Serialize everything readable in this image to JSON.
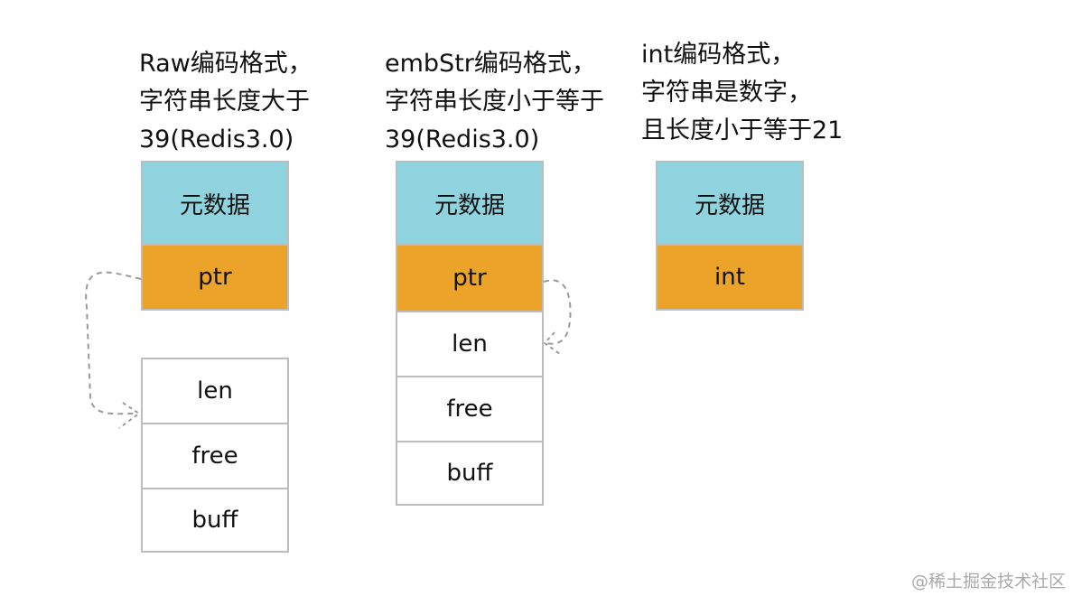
{
  "raw": {
    "caption": [
      "Raw编码格式，",
      "字符串长度大于",
      "39(Redis3.0)"
    ],
    "meta_label": "元数据",
    "ptr_label": "ptr",
    "sds": [
      "len",
      "free",
      "buff"
    ]
  },
  "embstr": {
    "caption": [
      "embStr编码格式，",
      "字符串长度小于等于",
      "39(Redis3.0)"
    ],
    "meta_label": "元数据",
    "ptr_label": "ptr",
    "sds": [
      "len",
      "free",
      "buff"
    ]
  },
  "int": {
    "caption": [
      "int编码格式，",
      "字符串是数字，",
      "且长度小于等于21"
    ],
    "meta_label": "元数据",
    "value_label": "int"
  },
  "watermark": "@稀土掘金技术社区",
  "colors": {
    "metadata": "#8fd3df",
    "pointer": "#eba32a",
    "border": "#bdbdbd",
    "arrow": "#9a9a9a"
  }
}
